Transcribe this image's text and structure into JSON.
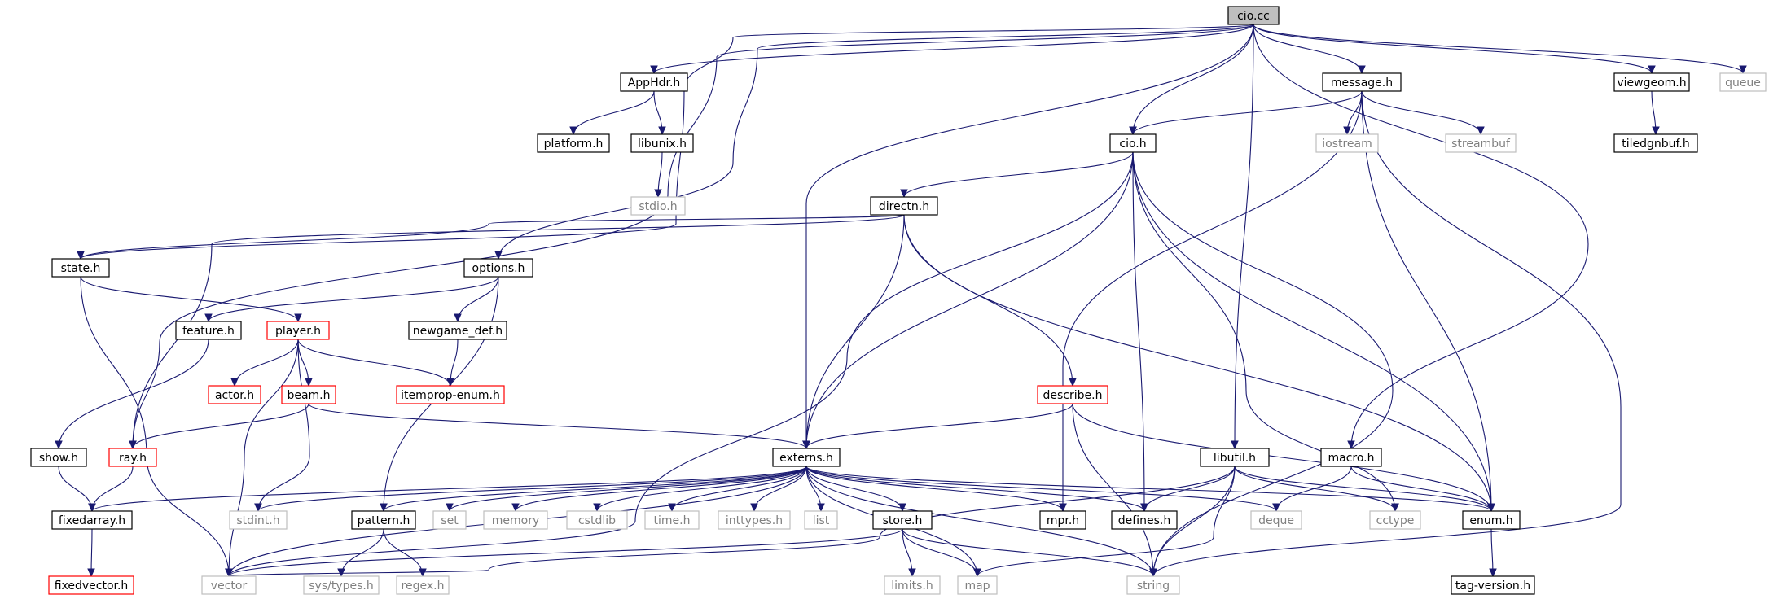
{
  "colors": {
    "edge": "#191970",
    "border_default": "#000000",
    "border_truncated": "#ff0000",
    "border_external": "#bfbfbf",
    "fill_root": "#bfbfbf",
    "fill_default": "#ffffff",
    "text_default": "#000000",
    "text_external": "#808080"
  },
  "nodes": [
    {
      "id": "cio_cc",
      "label": "cio.cc",
      "kind": "root"
    },
    {
      "id": "apphdr_h",
      "label": "AppHdr.h",
      "kind": "normal"
    },
    {
      "id": "platform_h",
      "label": "platform.h",
      "kind": "normal"
    },
    {
      "id": "libunix_h",
      "label": "libunix.h",
      "kind": "normal"
    },
    {
      "id": "stdio_h",
      "label": "stdio.h",
      "kind": "external"
    },
    {
      "id": "message_h",
      "label": "message.h",
      "kind": "normal"
    },
    {
      "id": "viewgeom_h",
      "label": "viewgeom.h",
      "kind": "normal"
    },
    {
      "id": "queue",
      "label": "queue",
      "kind": "external"
    },
    {
      "id": "tiledgnbuf_h",
      "label": "tiledgnbuf.h",
      "kind": "normal"
    },
    {
      "id": "cio_h",
      "label": "cio.h",
      "kind": "normal"
    },
    {
      "id": "iostream",
      "label": "iostream",
      "kind": "external"
    },
    {
      "id": "streambuf",
      "label": "streambuf",
      "kind": "external"
    },
    {
      "id": "directn_h",
      "label": "directn.h",
      "kind": "normal"
    },
    {
      "id": "state_h",
      "label": "state.h",
      "kind": "normal"
    },
    {
      "id": "options_h",
      "label": "options.h",
      "kind": "normal"
    },
    {
      "id": "feature_h",
      "label": "feature.h",
      "kind": "normal"
    },
    {
      "id": "player_h",
      "label": "player.h",
      "kind": "truncated"
    },
    {
      "id": "newgame_def_h",
      "label": "newgame_def.h",
      "kind": "normal"
    },
    {
      "id": "actor_h",
      "label": "actor.h",
      "kind": "truncated"
    },
    {
      "id": "beam_h",
      "label": "beam.h",
      "kind": "truncated"
    },
    {
      "id": "itemprop_enum_h",
      "label": "itemprop-enum.h",
      "kind": "truncated"
    },
    {
      "id": "describe_h",
      "label": "describe.h",
      "kind": "truncated"
    },
    {
      "id": "show_h",
      "label": "show.h",
      "kind": "normal"
    },
    {
      "id": "ray_h",
      "label": "ray.h",
      "kind": "truncated"
    },
    {
      "id": "externs_h",
      "label": "externs.h",
      "kind": "normal"
    },
    {
      "id": "libutil_h",
      "label": "libutil.h",
      "kind": "normal"
    },
    {
      "id": "macro_h",
      "label": "macro.h",
      "kind": "normal"
    },
    {
      "id": "fixedarray_h",
      "label": "fixedarray.h",
      "kind": "normal"
    },
    {
      "id": "stdint_h",
      "label": "stdint.h",
      "kind": "external"
    },
    {
      "id": "pattern_h",
      "label": "pattern.h",
      "kind": "normal"
    },
    {
      "id": "set",
      "label": "set",
      "kind": "external"
    },
    {
      "id": "memory",
      "label": "memory",
      "kind": "external"
    },
    {
      "id": "cstdlib",
      "label": "cstdlib",
      "kind": "external"
    },
    {
      "id": "time_h",
      "label": "time.h",
      "kind": "external"
    },
    {
      "id": "inttypes_h",
      "label": "inttypes.h",
      "kind": "external"
    },
    {
      "id": "list",
      "label": "list",
      "kind": "external"
    },
    {
      "id": "store_h",
      "label": "store.h",
      "kind": "normal"
    },
    {
      "id": "mpr_h",
      "label": "mpr.h",
      "kind": "normal"
    },
    {
      "id": "defines_h",
      "label": "defines.h",
      "kind": "normal"
    },
    {
      "id": "deque",
      "label": "deque",
      "kind": "external"
    },
    {
      "id": "cctype",
      "label": "cctype",
      "kind": "external"
    },
    {
      "id": "enum_h",
      "label": "enum.h",
      "kind": "normal"
    },
    {
      "id": "fixedvector_h",
      "label": "fixedvector.h",
      "kind": "truncated"
    },
    {
      "id": "vector",
      "label": "vector",
      "kind": "external"
    },
    {
      "id": "sys_types_h",
      "label": "sys/types.h",
      "kind": "external"
    },
    {
      "id": "regex_h",
      "label": "regex.h",
      "kind": "external"
    },
    {
      "id": "limits_h",
      "label": "limits.h",
      "kind": "external"
    },
    {
      "id": "map",
      "label": "map",
      "kind": "external"
    },
    {
      "id": "string",
      "label": "string",
      "kind": "external"
    },
    {
      "id": "tag_version_h",
      "label": "tag-version.h",
      "kind": "normal"
    }
  ],
  "edges": [
    [
      "cio_cc",
      "apphdr_h"
    ],
    [
      "cio_cc",
      "message_h"
    ],
    [
      "cio_cc",
      "viewgeom_h"
    ],
    [
      "cio_cc",
      "queue"
    ],
    [
      "cio_cc",
      "cio_h"
    ],
    [
      "cio_cc",
      "state_h"
    ],
    [
      "cio_cc",
      "options_h"
    ],
    [
      "cio_cc",
      "externs_h"
    ],
    [
      "cio_cc",
      "libutil_h"
    ],
    [
      "cio_cc",
      "macro_h"
    ],
    [
      "cio_cc",
      "ray_h"
    ],
    [
      "apphdr_h",
      "platform_h"
    ],
    [
      "apphdr_h",
      "libunix_h"
    ],
    [
      "libunix_h",
      "stdio_h"
    ],
    [
      "viewgeom_h",
      "tiledgnbuf_h"
    ],
    [
      "message_h",
      "cio_h"
    ],
    [
      "message_h",
      "iostream"
    ],
    [
      "message_h",
      "streambuf"
    ],
    [
      "message_h",
      "mpr_h"
    ],
    [
      "message_h",
      "enum_h"
    ],
    [
      "message_h",
      "string"
    ],
    [
      "cio_h",
      "directn_h"
    ],
    [
      "cio_h",
      "externs_h"
    ],
    [
      "cio_h",
      "defines_h"
    ],
    [
      "cio_h",
      "enum_h"
    ],
    [
      "cio_h",
      "cctype"
    ],
    [
      "cio_h",
      "string"
    ],
    [
      "cio_h",
      "vector"
    ],
    [
      "directn_h",
      "state_h"
    ],
    [
      "directn_h",
      "ray_h"
    ],
    [
      "directn_h",
      "describe_h"
    ],
    [
      "directn_h",
      "externs_h"
    ],
    [
      "directn_h",
      "enum_h"
    ],
    [
      "state_h",
      "player_h"
    ],
    [
      "state_h",
      "vector"
    ],
    [
      "options_h",
      "feature_h"
    ],
    [
      "options_h",
      "newgame_def_h"
    ],
    [
      "options_h",
      "pattern_h"
    ],
    [
      "feature_h",
      "show_h"
    ],
    [
      "player_h",
      "actor_h"
    ],
    [
      "player_h",
      "beam_h"
    ],
    [
      "player_h",
      "itemprop_enum_h"
    ],
    [
      "player_h",
      "stdint_h"
    ],
    [
      "player_h",
      "vector"
    ],
    [
      "newgame_def_h",
      "itemprop_enum_h"
    ],
    [
      "beam_h",
      "ray_h"
    ],
    [
      "beam_h",
      "externs_h"
    ],
    [
      "describe_h",
      "externs_h"
    ],
    [
      "describe_h",
      "enum_h"
    ],
    [
      "describe_h",
      "string"
    ],
    [
      "show_h",
      "fixedarray_h"
    ],
    [
      "ray_h",
      "fixedarray_h"
    ],
    [
      "externs_h",
      "fixedarray_h"
    ],
    [
      "externs_h",
      "stdint_h"
    ],
    [
      "externs_h",
      "pattern_h"
    ],
    [
      "externs_h",
      "set"
    ],
    [
      "externs_h",
      "memory"
    ],
    [
      "externs_h",
      "cstdlib"
    ],
    [
      "externs_h",
      "time_h"
    ],
    [
      "externs_h",
      "inttypes_h"
    ],
    [
      "externs_h",
      "list"
    ],
    [
      "externs_h",
      "store_h"
    ],
    [
      "externs_h",
      "mpr_h"
    ],
    [
      "externs_h",
      "defines_h"
    ],
    [
      "externs_h",
      "deque"
    ],
    [
      "externs_h",
      "enum_h"
    ],
    [
      "externs_h",
      "vector"
    ],
    [
      "externs_h",
      "map"
    ],
    [
      "externs_h",
      "string"
    ],
    [
      "libutil_h",
      "defines_h"
    ],
    [
      "libutil_h",
      "cctype"
    ],
    [
      "libutil_h",
      "enum_h"
    ],
    [
      "libutil_h",
      "string"
    ],
    [
      "libutil_h",
      "map"
    ],
    [
      "libutil_h",
      "vector"
    ],
    [
      "macro_h",
      "deque"
    ],
    [
      "macro_h",
      "enum_h"
    ],
    [
      "fixedarray_h",
      "fixedvector_h"
    ],
    [
      "pattern_h",
      "sys_types_h"
    ],
    [
      "pattern_h",
      "regex_h"
    ],
    [
      "store_h",
      "limits_h"
    ],
    [
      "store_h",
      "map"
    ],
    [
      "store_h",
      "string"
    ],
    [
      "store_h",
      "vector"
    ],
    [
      "enum_h",
      "tag_version_h"
    ]
  ]
}
